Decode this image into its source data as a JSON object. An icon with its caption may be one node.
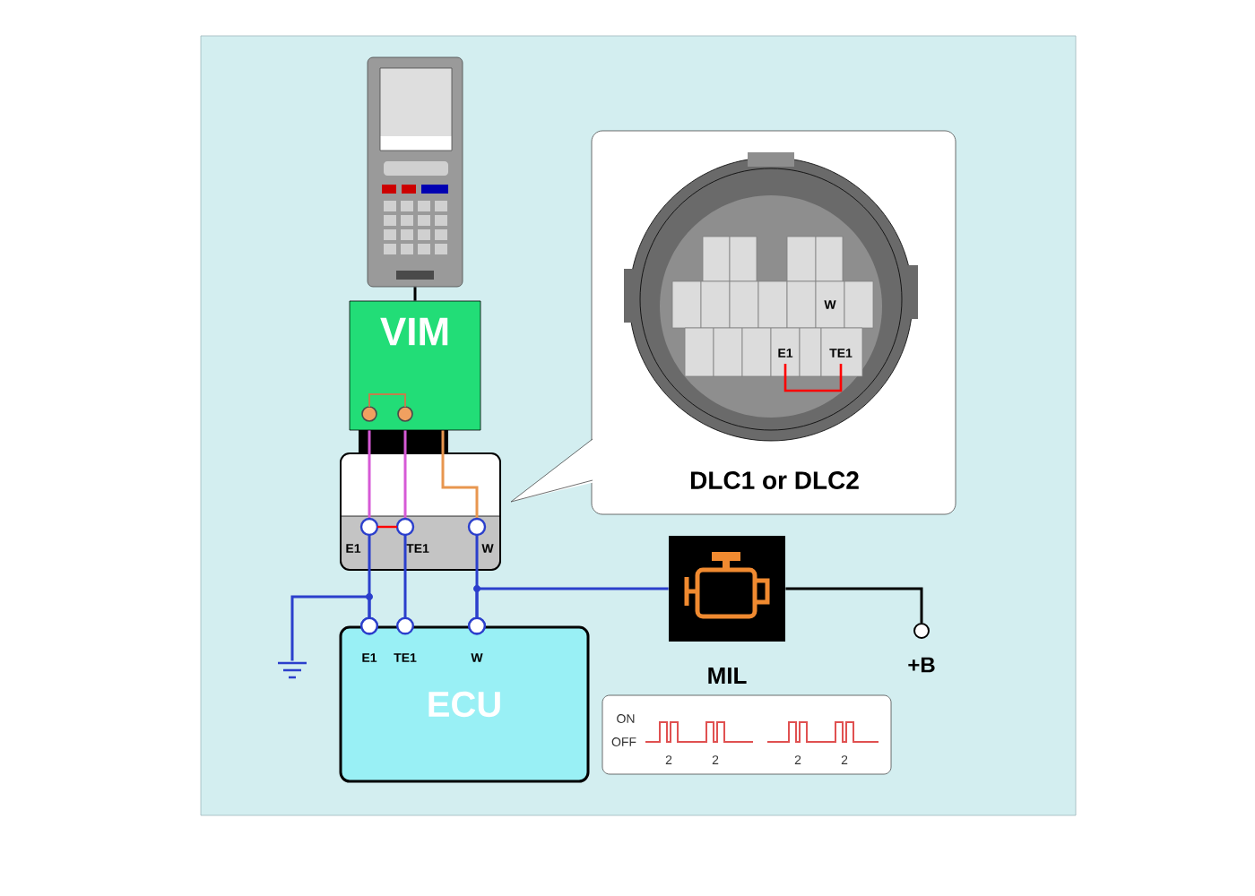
{
  "diagram": {
    "nodes": [
      {
        "text": [],
        "shape": "picture"
      },
      {
        "text": [
          "VIM"
        ]
      },
      {
        "text": [
          "W",
          "E1",
          "TE1",
          "DLC1 or DLC2"
        ]
      },
      {
        "text": [
          "E1",
          "TE1",
          "W"
        ]
      },
      {
        "text": [
          "MIL"
        ]
      },
      {
        "text": [
          "+B"
        ]
      },
      {
        "text": [],
        "shape": "picture"
      },
      {
        "text": [
          "E1",
          "TE1",
          "W",
          "ECU"
        ]
      },
      {
        "text": [
          "ON",
          "OFF",
          "2",
          "2",
          "2",
          "2"
        ]
      }
    ],
    "edges": [
      {
        "from": 0,
        "to": 1,
        "arrow": "none",
        "color": "#000000"
      },
      {
        "from": 1,
        "to": 3,
        "arrow": "none",
        "color": "#d65ad6"
      },
      {
        "from": 1,
        "to": 3,
        "arrow": "none",
        "color": "#d65ad6"
      },
      {
        "from": 1,
        "to": 3,
        "arrow": "none",
        "color": "#e8964f"
      },
      {
        "from": 3,
        "to": 7,
        "arrow": "other"
      },
      {
        "from": 3,
        "to": 7,
        "arrow": "other"
      },
      {
        "from": 3,
        "to": 7,
        "arrow": "other"
      },
      {
        "from": 6,
        "to": 7,
        "arrow": "other"
      },
      {
        "from": 4,
        "to": 7,
        "arrow": "other"
      },
      {
        "from": 4,
        "to": 5,
        "arrow": "none",
        "color": "#000000"
      }
    ]
  }
}
